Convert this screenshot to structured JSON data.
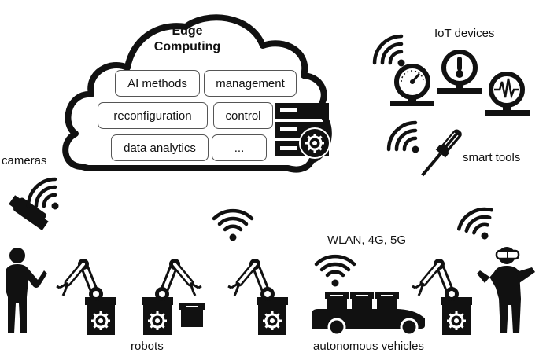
{
  "cloud": {
    "title_line1": "Edge",
    "title_line2": "Computing",
    "methods": [
      "AI methods",
      "management",
      "reconfiguration",
      "control",
      "data analytics",
      "..."
    ]
  },
  "labels": {
    "iot_devices": "IoT devices",
    "smart_tools": "smart tools",
    "cameras": "cameras",
    "robots": "robots",
    "wireless": "WLAN, 4G, 5G",
    "vehicles": "autonomous vehicles"
  },
  "icons": [
    "cloud-icon",
    "server-icon",
    "gear-icon",
    "wifi-icon",
    "gauge-icon",
    "thermometer-icon",
    "oscilloscope-icon",
    "screwdriver-icon",
    "camera-icon",
    "person-icon",
    "robot-arm-icon",
    "box-icon",
    "vehicle-icon",
    "vr-goggles-icon"
  ]
}
